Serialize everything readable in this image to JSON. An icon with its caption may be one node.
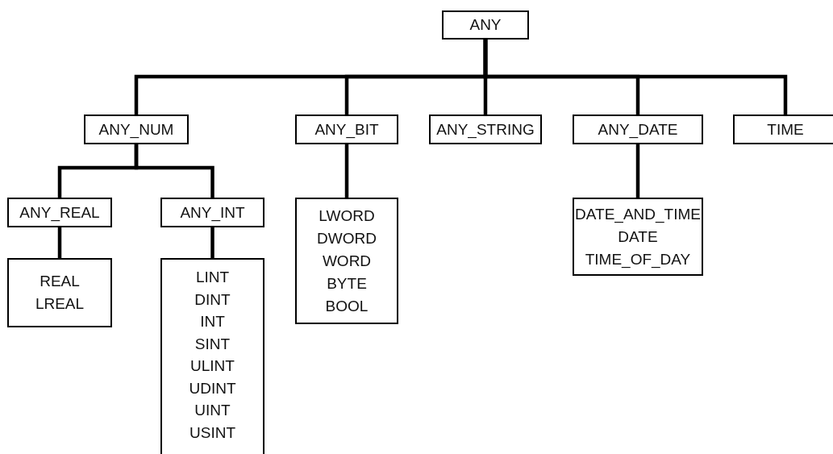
{
  "diagram": {
    "nodes": [
      {
        "text": [
          "ANY"
        ]
      },
      {
        "text": [
          "ANY_NUM"
        ]
      },
      {
        "text": [
          "ANY_BIT"
        ]
      },
      {
        "text": [
          "ANY_STRING"
        ]
      },
      {
        "text": [
          "ANY_DATE"
        ]
      },
      {
        "text": [
          "TIME"
        ]
      },
      {
        "text": [
          "ANY_REAL"
        ]
      },
      {
        "text": [
          "ANY_INT"
        ]
      },
      {
        "text": [
          "REAL",
          "LREAL"
        ]
      },
      {
        "text": [
          "LINT",
          "DINT",
          "INT",
          "SINT",
          "ULINT",
          "UDINT",
          "UINT",
          "USINT"
        ]
      },
      {
        "text": [
          "LWORD",
          "DWORD",
          "WORD",
          "BYTE",
          "BOOL"
        ]
      },
      {
        "text": [
          "DATE_AND_TIME",
          "DATE",
          "TIME_OF_DAY"
        ]
      }
    ],
    "edges": [
      {
        "from": 0,
        "to": 1,
        "arrow": "none"
      },
      {
        "from": 0,
        "to": 2,
        "arrow": "none"
      },
      {
        "from": 0,
        "to": 3,
        "arrow": "none"
      },
      {
        "from": 0,
        "to": 4,
        "arrow": "none"
      },
      {
        "from": 0,
        "to": 5,
        "arrow": "none"
      },
      {
        "from": 1,
        "to": 6,
        "arrow": "none"
      },
      {
        "from": 1,
        "to": 7,
        "arrow": "none"
      },
      {
        "from": 6,
        "to": 8,
        "arrow": "none"
      },
      {
        "from": 7,
        "to": 9,
        "arrow": "none"
      },
      {
        "from": 2,
        "to": 10,
        "arrow": "none"
      },
      {
        "from": 4,
        "to": 11,
        "arrow": "none"
      }
    ]
  }
}
